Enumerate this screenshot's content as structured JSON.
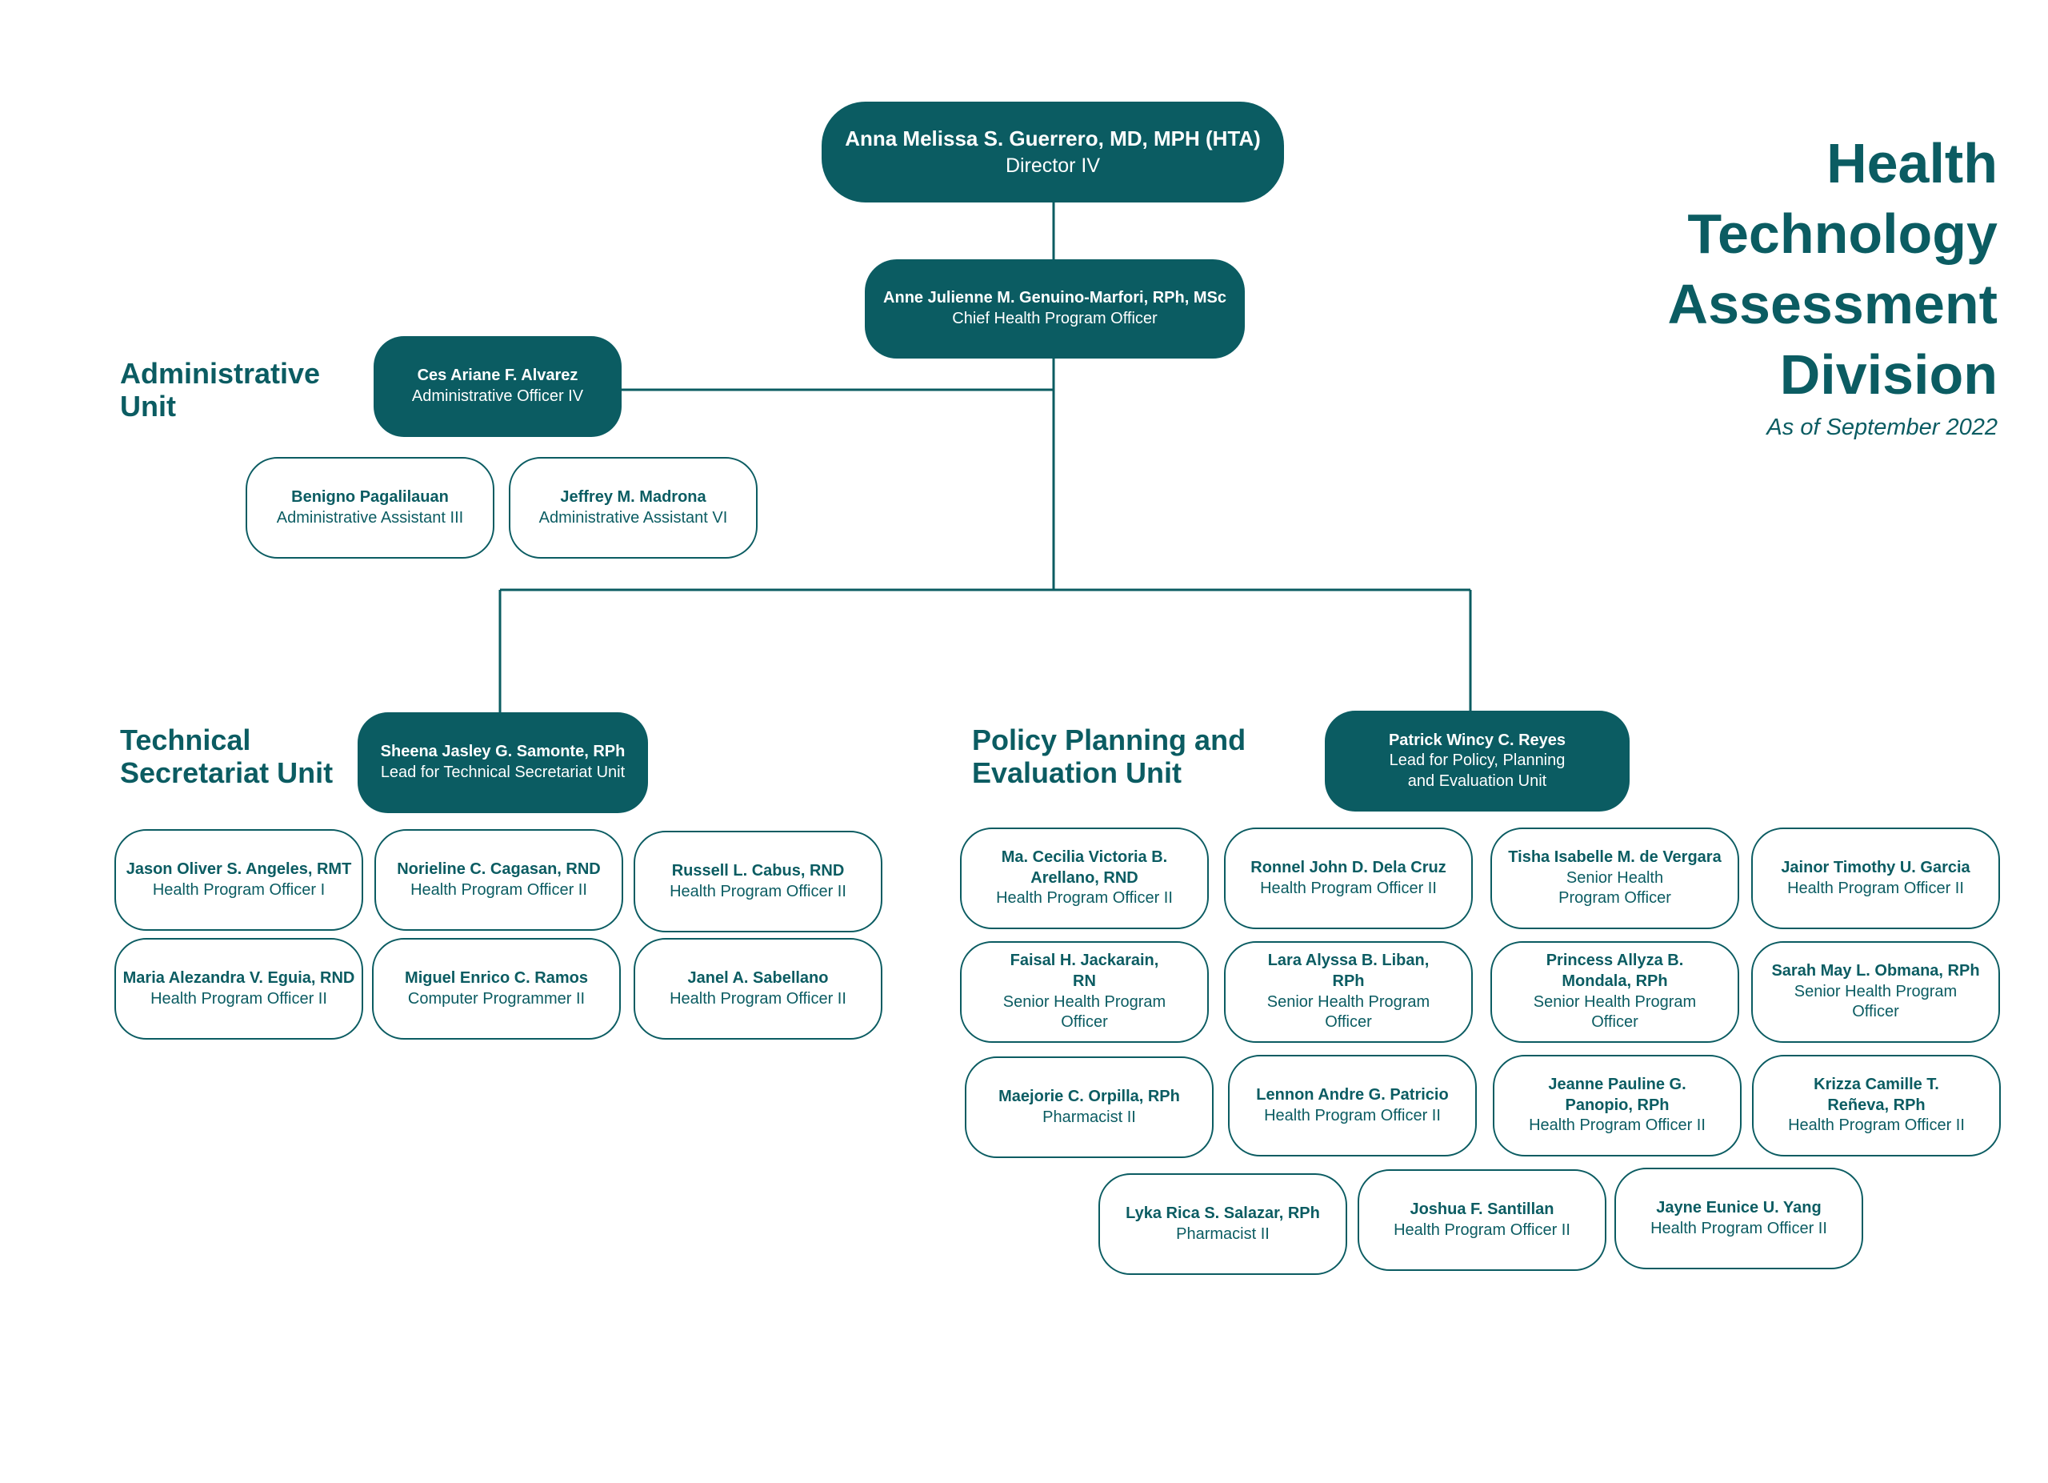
{
  "header": {
    "title_lines": [
      "Health",
      "Technology",
      "Assessment",
      "Division"
    ],
    "as_of": "As of September 2022"
  },
  "units": {
    "admin": [
      "Administrative",
      "Unit"
    ],
    "technical": [
      "Technical",
      "Secretariat Unit"
    ],
    "policy": [
      "Policy Planning and",
      "Evaluation Unit"
    ]
  },
  "people": {
    "director": {
      "name": "Anna Melissa S. Guerrero, MD, MPH (HTA)",
      "role": "Director IV"
    },
    "chief": {
      "name": "Anne Julienne M. Genuino-Marfori, RPh, MSc",
      "role": "Chief Health Program Officer"
    },
    "admin_officer": {
      "name": "Ces Ariane F. Alvarez",
      "role": "Administrative Officer IV"
    },
    "admin_staff": [
      {
        "name": "Benigno Pagalilauan",
        "role": "Administrative Assistant III"
      },
      {
        "name": "Jeffrey M. Madrona",
        "role": "Administrative Assistant VI"
      }
    ],
    "ts_lead": {
      "name": "Sheena Jasley G. Samonte, RPh",
      "role": "Lead for Technical Secretariat Unit"
    },
    "ts_staff": [
      {
        "name": "Jason Oliver S. Angeles, RMT",
        "role": "Health Program Officer I"
      },
      {
        "name": "Norieline C. Cagasan, RND",
        "role": "Health Program Officer II"
      },
      {
        "name": "Russell L. Cabus, RND",
        "role": "Health Program Officer II"
      },
      {
        "name": "Maria Alezandra V. Eguia, RND",
        "role": "Health Program Officer II"
      },
      {
        "name": "Miguel Enrico C. Ramos",
        "role": "Computer Programmer II"
      },
      {
        "name": "Janel A. Sabellano",
        "role": "Health Program Officer II"
      }
    ],
    "ppe_lead": {
      "name": "Patrick Wincy C. Reyes",
      "role": "Lead for Policy, Planning and Evaluation Unit"
    },
    "ppe_staff": [
      {
        "name": "Ma. Cecilia Victoria B. Arellano, RND",
        "role": "Health Program Officer II"
      },
      {
        "name": "Ronnel John D. Dela Cruz",
        "role": "Health Program Officer II"
      },
      {
        "name": "Tisha Isabelle M. de Vergara",
        "role": "Senior Health Program Officer"
      },
      {
        "name": "Jainor Timothy U. Garcia",
        "role": "Health Program Officer II"
      },
      {
        "name": "Faisal H. Jackarain, RN",
        "role": "Senior Health Program Officer"
      },
      {
        "name": "Lara Alyssa B. Liban, RPh",
        "role": "Senior Health Program Officer"
      },
      {
        "name": "Princess Allyza B. Mondala, RPh",
        "role": "Senior Health Program Officer"
      },
      {
        "name": "Sarah May L. Obmana, RPh",
        "role": "Senior Health Program Officer"
      },
      {
        "name": "Maejorie C. Orpilla, RPh",
        "role": "Pharmacist II"
      },
      {
        "name": "Lennon Andre G. Patricio",
        "role": "Health Program Officer II"
      },
      {
        "name": "Jeanne Pauline G. Panopio, RPh",
        "role": "Health Program Officer II"
      },
      {
        "name": "Krizza Camille T. Reñeva, RPh",
        "role": "Health Program Officer II"
      },
      {
        "name": "Lyka Rica S. Salazar, RPh",
        "role": "Pharmacist II"
      },
      {
        "name": "Joshua F. Santillan",
        "role": "Health Program Officer II"
      },
      {
        "name": "Jayne Eunice U. Yang",
        "role": "Health Program Officer II"
      }
    ]
  },
  "colors": {
    "primary": "#0b5c62",
    "background": "#ffffff"
  }
}
